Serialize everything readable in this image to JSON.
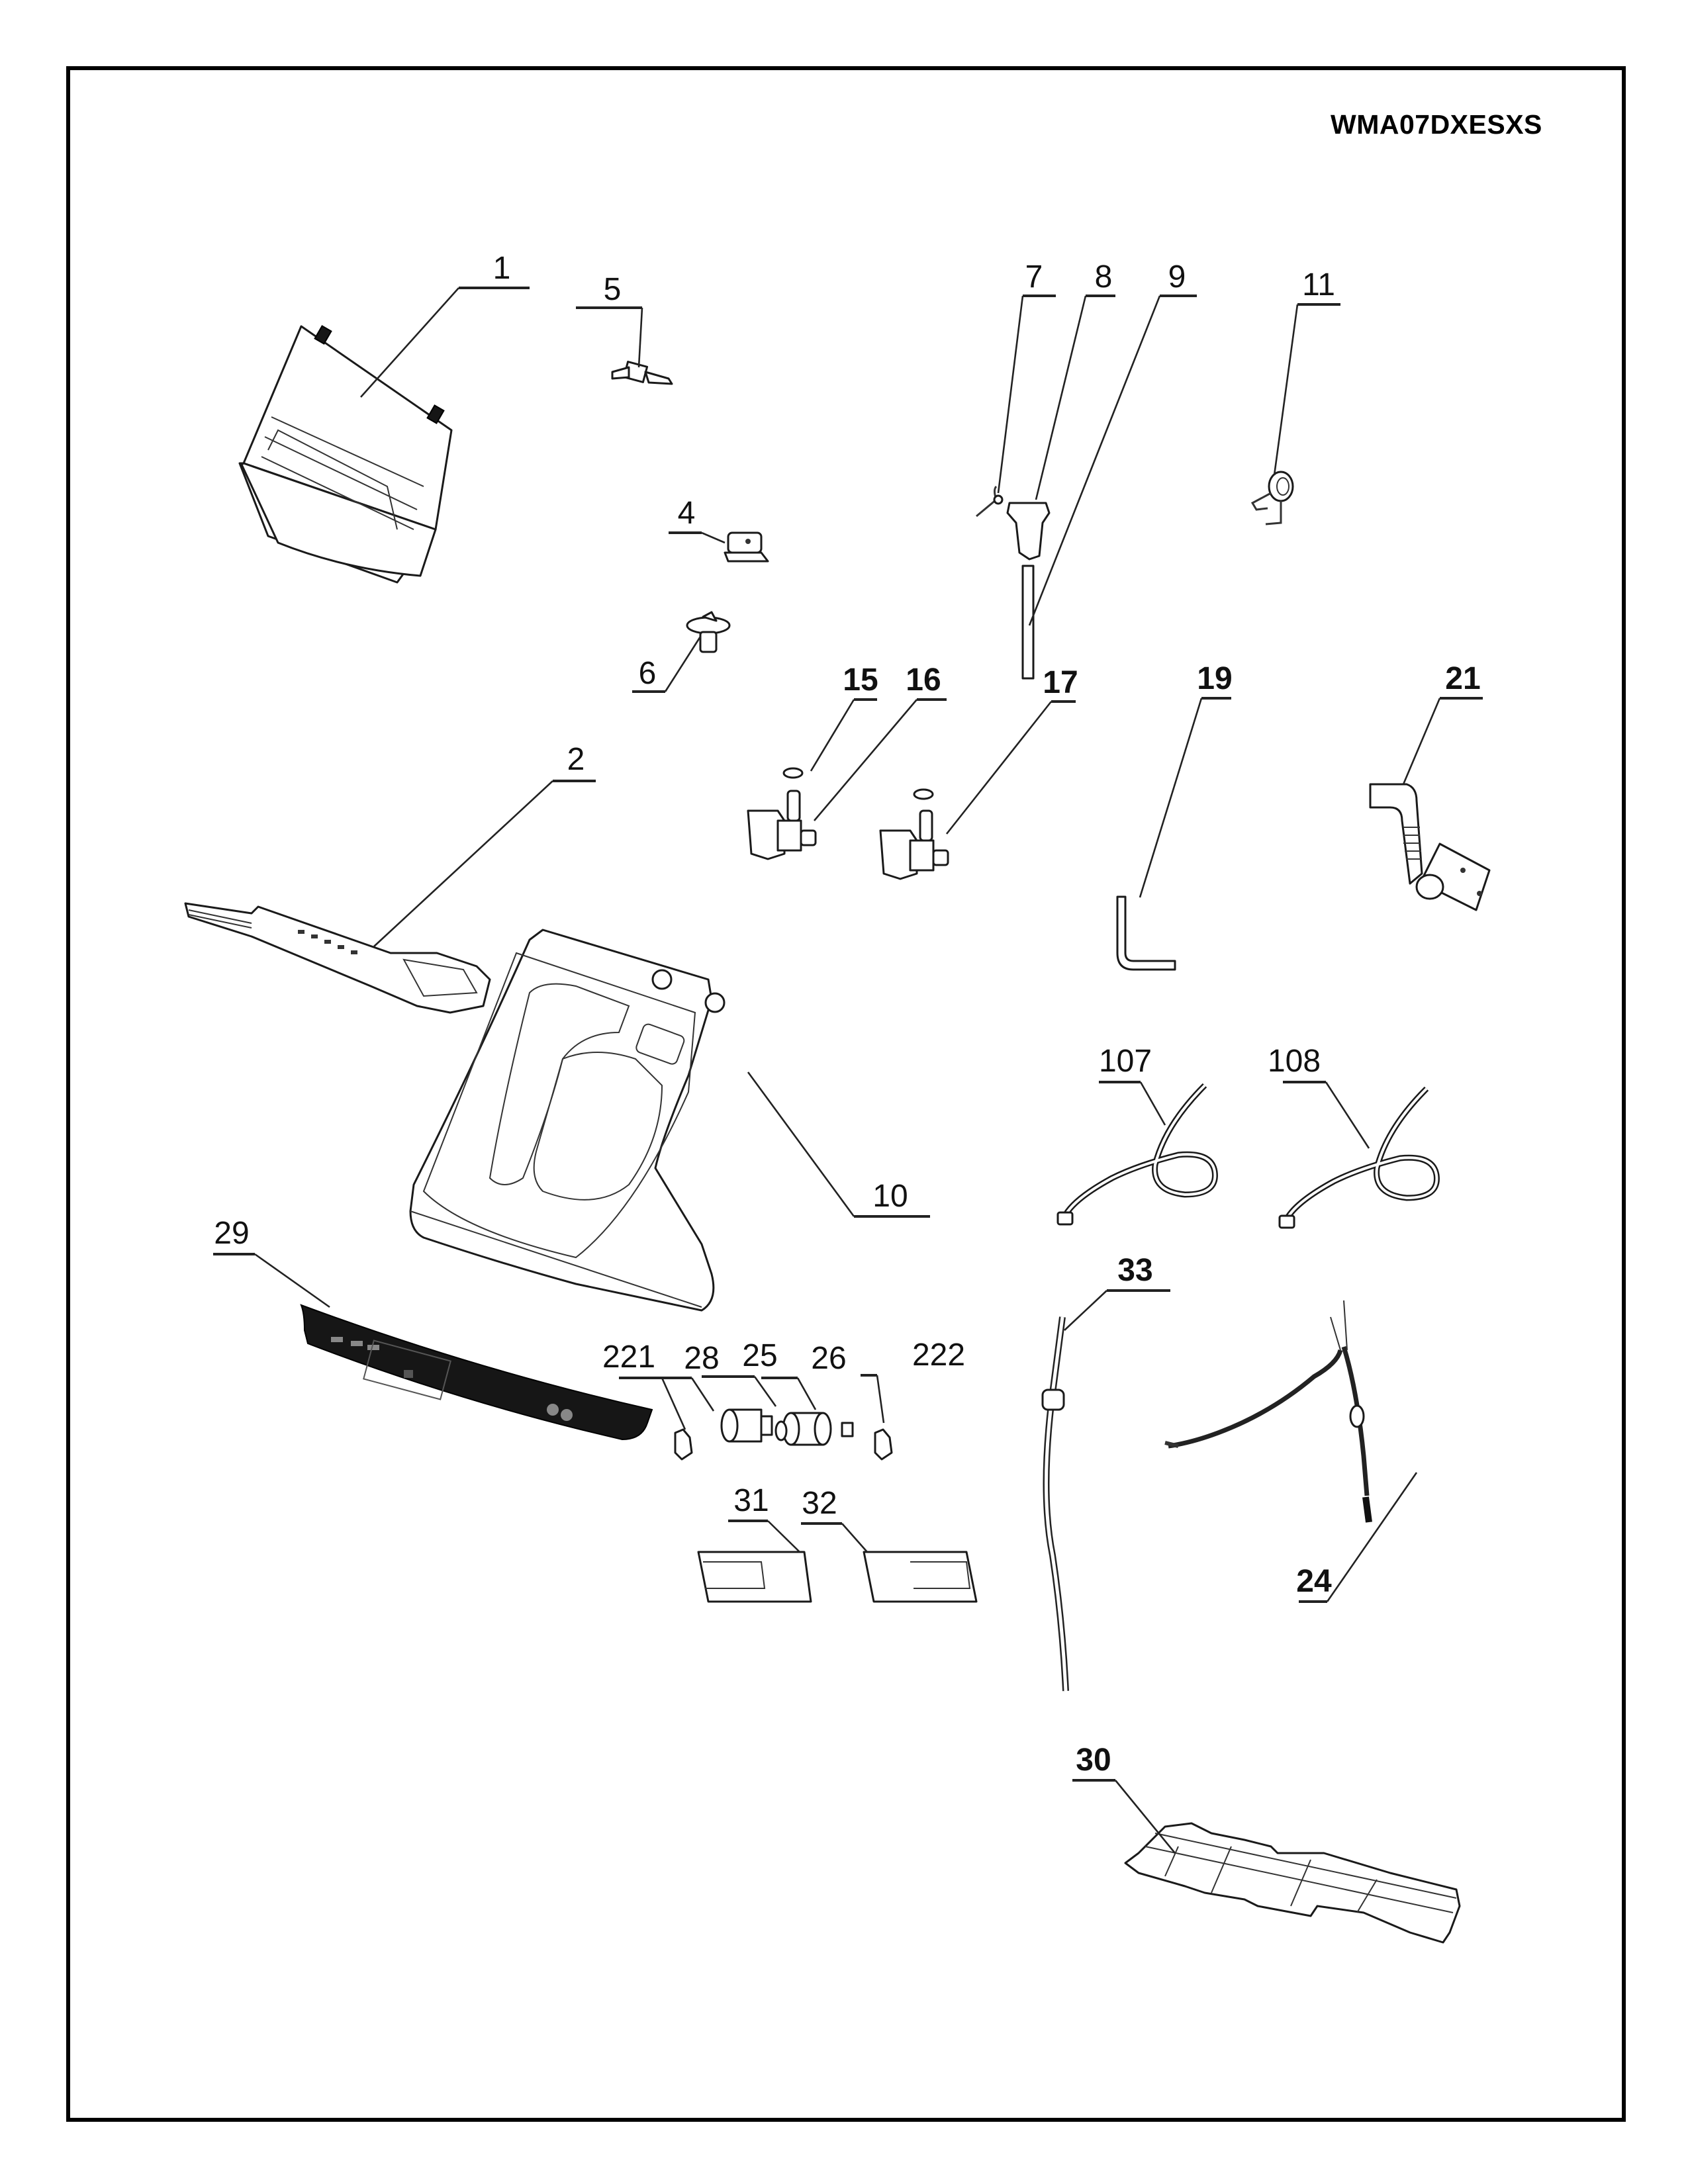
{
  "document": {
    "type": "exploded parts diagram",
    "model_number": "WMA07DXESXS"
  },
  "callouts": [
    {
      "id": "1",
      "label": "1",
      "part": "lid"
    },
    {
      "id": "5",
      "label": "5",
      "part": "lid-hinge-connector"
    },
    {
      "id": "4",
      "label": "4",
      "part": "lid-switch"
    },
    {
      "id": "6",
      "label": "6",
      "part": "pressure-sensor"
    },
    {
      "id": "7",
      "label": "7",
      "part": "spring"
    },
    {
      "id": "8",
      "label": "8",
      "part": "damper-mechanism"
    },
    {
      "id": "9",
      "label": "9",
      "part": "rod"
    },
    {
      "id": "11",
      "label": "11",
      "part": "torsion-spring"
    },
    {
      "id": "15",
      "label": "15",
      "part": "washer"
    },
    {
      "id": "16",
      "label": "16",
      "part": "inlet-valve"
    },
    {
      "id": "17",
      "label": "17",
      "part": "inlet-valve"
    },
    {
      "id": "19",
      "label": "19",
      "part": "hose"
    },
    {
      "id": "21",
      "label": "21",
      "part": "drain-pump-assembly"
    },
    {
      "id": "2",
      "label": "2",
      "part": "control-board"
    },
    {
      "id": "10",
      "label": "10",
      "part": "top-cover"
    },
    {
      "id": "107",
      "label": "107",
      "part": "inlet-hose"
    },
    {
      "id": "108",
      "label": "108",
      "part": "inlet-hose"
    },
    {
      "id": "29",
      "label": "29",
      "part": "control-panel-decal"
    },
    {
      "id": "221",
      "label": "221",
      "part": "clip"
    },
    {
      "id": "28",
      "label": "28",
      "part": "screw"
    },
    {
      "id": "25",
      "label": "25",
      "part": "knob"
    },
    {
      "id": "26",
      "label": "26",
      "part": "knob"
    },
    {
      "id": "222",
      "label": "222",
      "part": "clip"
    },
    {
      "id": "33",
      "label": "33",
      "part": "pressure-tube"
    },
    {
      "id": "24",
      "label": "24",
      "part": "wire-harness"
    },
    {
      "id": "31",
      "label": "31",
      "part": "rear-cover-left"
    },
    {
      "id": "32",
      "label": "32",
      "part": "rear-cover-right"
    },
    {
      "id": "30",
      "label": "30",
      "part": "bottom-plate"
    }
  ]
}
